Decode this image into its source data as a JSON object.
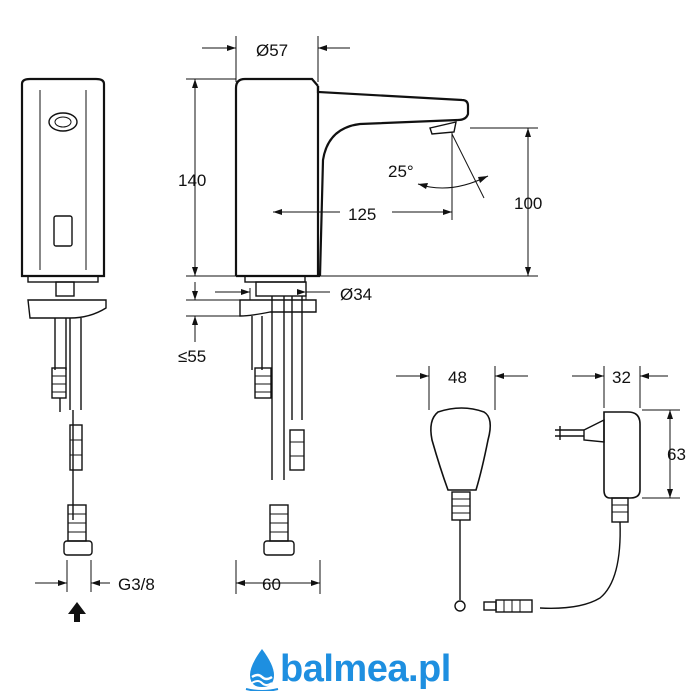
{
  "dimensions": {
    "spout_diameter": "Ø57",
    "height": "140",
    "reach": "125",
    "spout_height": "100",
    "angle": "25°",
    "thread_diameter": "Ø34",
    "mount_thickness": "≤55",
    "base_width": "60",
    "connection": "G3/8",
    "control_box_width": "48",
    "adapter_width": "32",
    "adapter_height": "63"
  },
  "brand": {
    "name": "balmea.pl",
    "color": "#1e8fe0"
  }
}
